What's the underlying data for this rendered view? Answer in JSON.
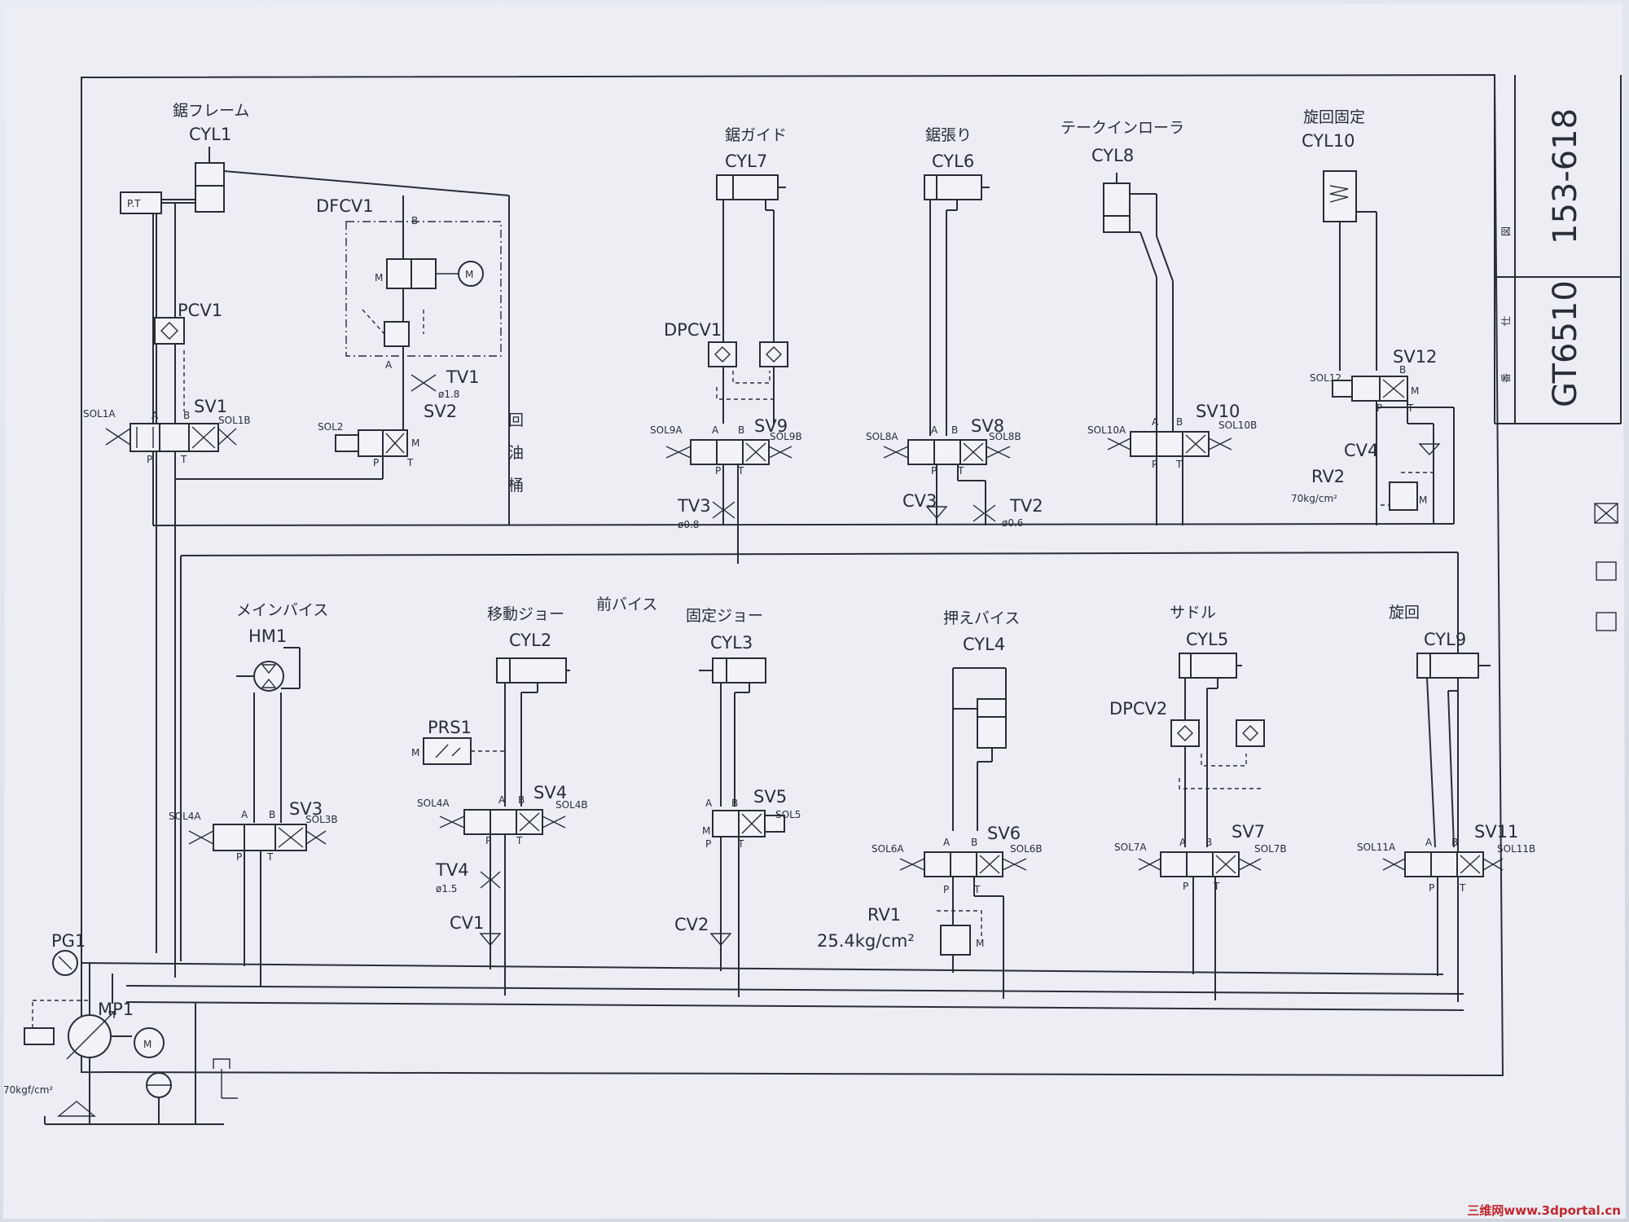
{
  "drawing": {
    "number": "153-618",
    "model": "GT6510",
    "title_block_marks": [
      "図",
      "仕",
      "番"
    ]
  },
  "top_circuit": {
    "actuators": [
      {
        "jp": "鋸フレーム",
        "tag": "CYL1"
      },
      {
        "jp": "鋸ガイド",
        "tag": "CYL7"
      },
      {
        "jp": "鋸張り",
        "tag": "CYL6"
      },
      {
        "jp": "テークインローラ",
        "tag": "CYL8"
      },
      {
        "jp": "旋回固定",
        "tag": "CYL10"
      }
    ],
    "valves": {
      "sv1": "SV1",
      "sv2": "SV2",
      "sv9": "SV9",
      "sv8": "SV8",
      "sv10": "SV10",
      "sv12": "SV12",
      "sol1a": "SOL1A",
      "sol1b": "SOL1B",
      "sol2": "SOL2",
      "sol9a": "SOL9A",
      "sol9b": "SOL9B",
      "sol8a": "SOL8A",
      "sol8b": "SOL8B",
      "sol10a": "SOL10A",
      "sol10b": "SOL10B",
      "sol12": "SOL12",
      "pt": "P.T",
      "pcv1": "PCV1",
      "dfcv1": "DFCV1",
      "dpcv1": "DPCV1",
      "tv1": "TV1",
      "tv1_d": "ø1.8",
      "tv3": "TV3",
      "tv3_d": "ø0.8",
      "tv2": "TV2",
      "tv2_d": "ø0.6",
      "cv3": "CV3",
      "cv4": "CV4",
      "rv2": "RV2",
      "rv2_p": "70kg/cm²"
    },
    "tank_note": [
      "回",
      "油",
      "桶"
    ]
  },
  "bottom_circuit": {
    "group_label": "前バイス",
    "actuators": [
      {
        "jp": "メインバイス",
        "tag": "HM1"
      },
      {
        "jp": "移動ジョー",
        "tag": "CYL2"
      },
      {
        "jp": "固定ジョー",
        "tag": "CYL3"
      },
      {
        "jp": "押えバイス",
        "tag": "CYL4"
      },
      {
        "jp": "サドル",
        "tag": "CYL5"
      },
      {
        "jp": "旋回",
        "tag": "CYL9"
      }
    ],
    "valves": {
      "sv3": "SV3",
      "sv4": "SV4",
      "sv5": "SV5",
      "sv6": "SV6",
      "sv7": "SV7",
      "sv11": "SV11",
      "sol4a_l": "SOL4A",
      "sol3b": "SOL3B",
      "sol4a": "SOL4A",
      "sol4b": "SOL4B",
      "sol5": "SOL5",
      "sol6a": "SOL6A",
      "sol6b": "SOL6B",
      "sol7a": "SOL7A",
      "sol7b": "SOL7B",
      "sol11a": "SOL11A",
      "sol11b": "SOL11B",
      "prs1": "PRS1",
      "tv4": "TV4",
      "tv4_d": "ø1.5",
      "cv1": "CV1",
      "cv2": "CV2",
      "rv1": "RV1",
      "rv1_p": "25.4kg/cm²",
      "dpcv2": "DPCV2"
    }
  },
  "supply": {
    "pg1": "PG1",
    "mp1": "MP1",
    "pressure": "70kgf/cm²"
  },
  "port_letters": {
    "a": "A",
    "b": "B",
    "p": "P",
    "t": "T",
    "m": "M"
  },
  "watermark": "三维网www.3dportal.cn"
}
